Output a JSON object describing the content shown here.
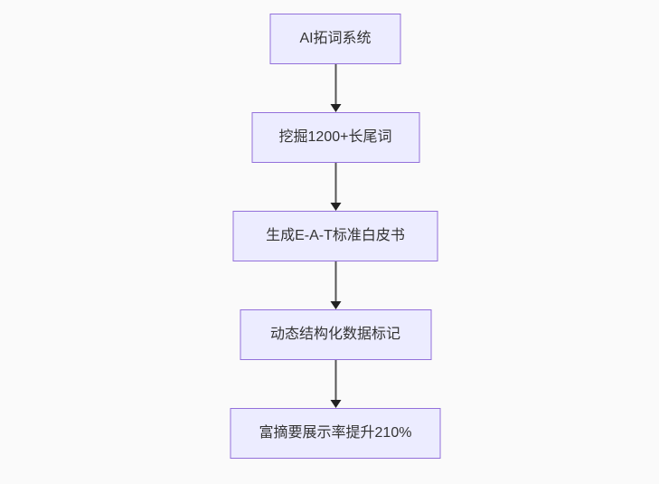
{
  "flowchart": {
    "type": "vertical-flowchart",
    "colors": {
      "bg": "#fafafa",
      "node_fill": "#ECECFF",
      "node_border": "#9370DB",
      "text": "#333333",
      "arrow_line": "#565656",
      "arrow_head": "#222222"
    },
    "nodes": [
      {
        "label": "AI拓词系统"
      },
      {
        "label": "挖掘1200+长尾词"
      },
      {
        "label": "生成E-A-T标准白皮书"
      },
      {
        "label": "动态结构化数据标记"
      },
      {
        "label": "富摘要展示率提升210%"
      }
    ],
    "edges": [
      {
        "from": 0,
        "to": 1
      },
      {
        "from": 1,
        "to": 2
      },
      {
        "from": 2,
        "to": 3
      },
      {
        "from": 3,
        "to": 4
      }
    ]
  }
}
